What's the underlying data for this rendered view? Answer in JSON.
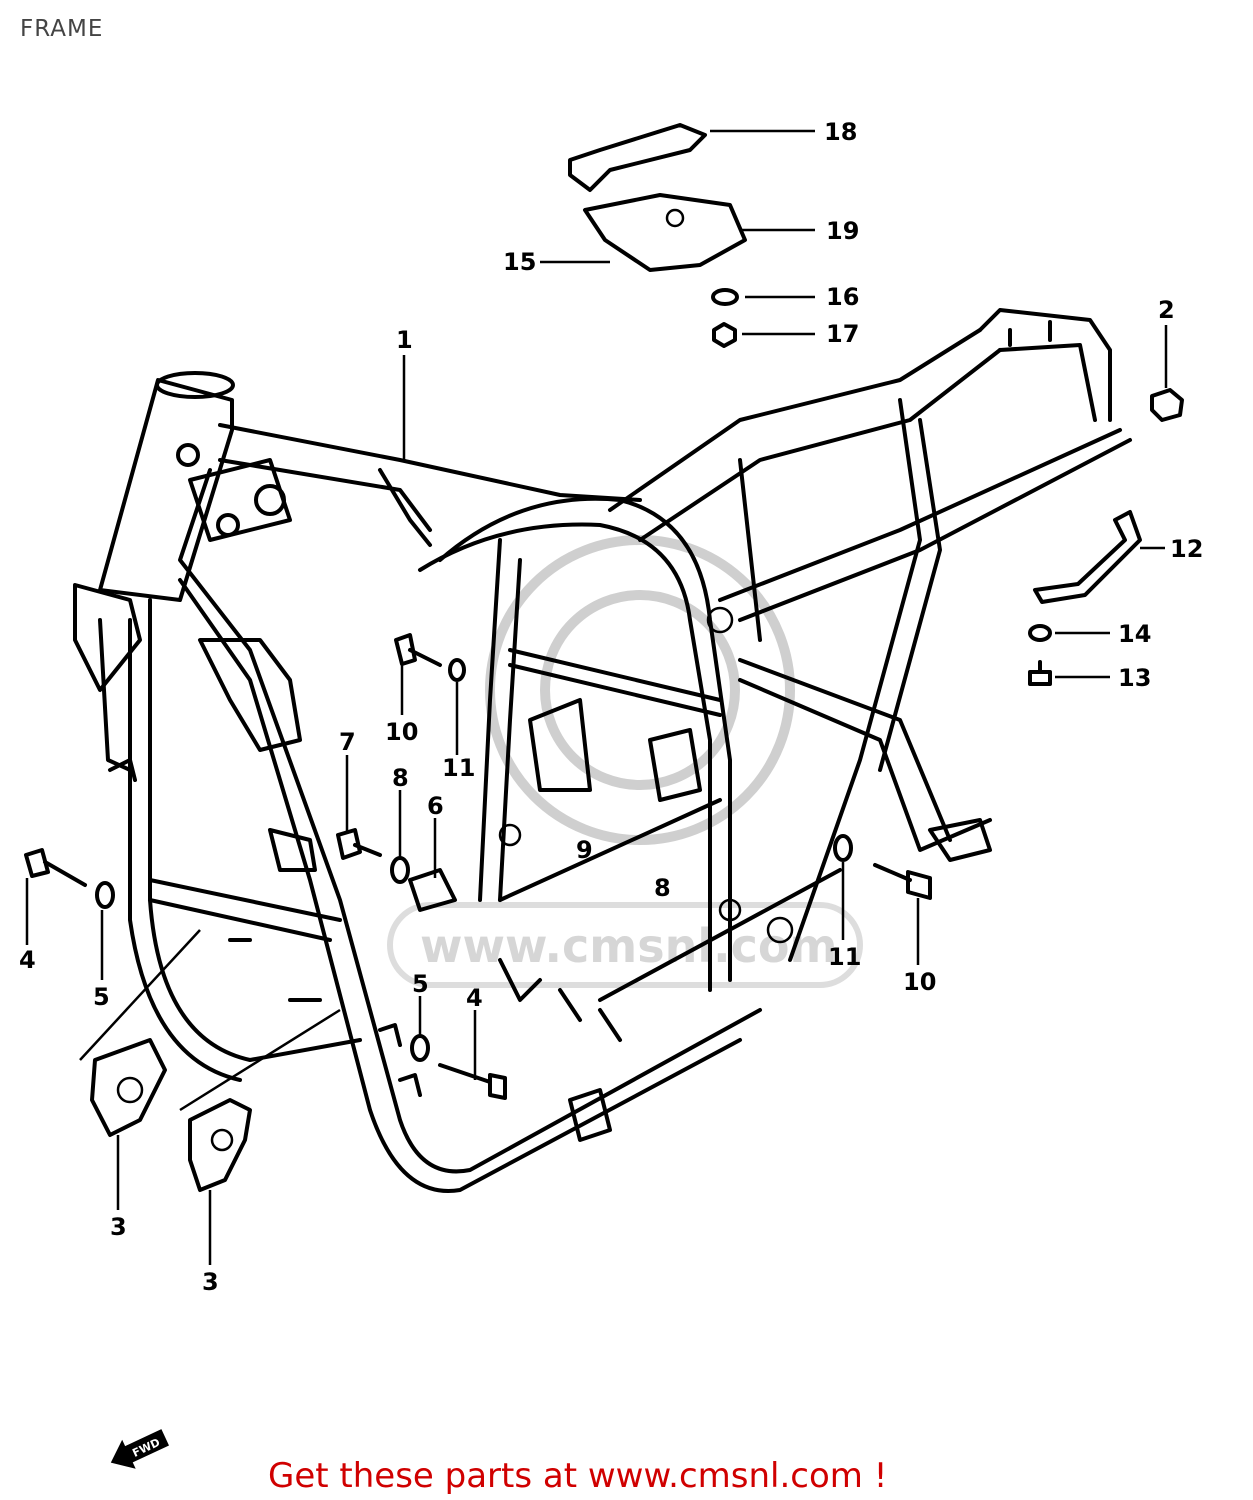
{
  "page": {
    "title": "FRAME"
  },
  "watermark": {
    "text": "www.cmsnl.com"
  },
  "callouts": [
    {
      "id": "c1",
      "label": "1"
    },
    {
      "id": "c2",
      "label": "2"
    },
    {
      "id": "c3a",
      "label": "3"
    },
    {
      "id": "c3b",
      "label": "3"
    },
    {
      "id": "c4a",
      "label": "4"
    },
    {
      "id": "c4b",
      "label": "4"
    },
    {
      "id": "c5a",
      "label": "5"
    },
    {
      "id": "c5b",
      "label": "5"
    },
    {
      "id": "c6",
      "label": "6"
    },
    {
      "id": "c7",
      "label": "7"
    },
    {
      "id": "c8a",
      "label": "8"
    },
    {
      "id": "c8b",
      "label": "8"
    },
    {
      "id": "c9",
      "label": "9"
    },
    {
      "id": "c10a",
      "label": "10"
    },
    {
      "id": "c10b",
      "label": "10"
    },
    {
      "id": "c11a",
      "label": "11"
    },
    {
      "id": "c11b",
      "label": "11"
    },
    {
      "id": "c12",
      "label": "12"
    },
    {
      "id": "c13",
      "label": "13"
    },
    {
      "id": "c14",
      "label": "14"
    },
    {
      "id": "c15",
      "label": "15"
    },
    {
      "id": "c16",
      "label": "16"
    },
    {
      "id": "c17",
      "label": "17"
    },
    {
      "id": "c18",
      "label": "18"
    },
    {
      "id": "c19",
      "label": "19"
    }
  ],
  "fwd_label": "FWD",
  "promo": {
    "text": "Get these parts at www.cmsnl.com !"
  },
  "colors": {
    "line": "#000000",
    "promo": "#d00000",
    "watermark": "#d6d6d6"
  }
}
